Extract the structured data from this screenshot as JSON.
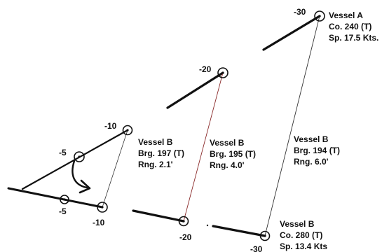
{
  "vessel_a": {
    "name": "Vessel A",
    "course": "Co. 240 (T)",
    "speed": "Sp. 17.5 Kts.",
    "time_label": "-30"
  },
  "vessel_b_final": {
    "name": "Vessel B",
    "course": "Co. 280 (T)",
    "speed": "Sp. 13.4 Kts",
    "time_label": "-30"
  },
  "bearing_30": {
    "name": "Vessel B",
    "bearing": "Brg. 194 (T)",
    "range": "Rng. 6.0'"
  },
  "bearing_20": {
    "name": "Vessel B",
    "bearing": "Brg. 195 (T)",
    "range": "Rng. 4.0'",
    "time_label_a": "-20",
    "time_label_b": "-20"
  },
  "bearing_10": {
    "name": "Vessel B",
    "bearing": "Brg. 197 (T)",
    "range": "Rng. 2.1'",
    "time_label_a": "-10",
    "time_label_b": "-10"
  },
  "bearing_5": {
    "time_label_a": "-5",
    "time_label_b": "-5"
  }
}
